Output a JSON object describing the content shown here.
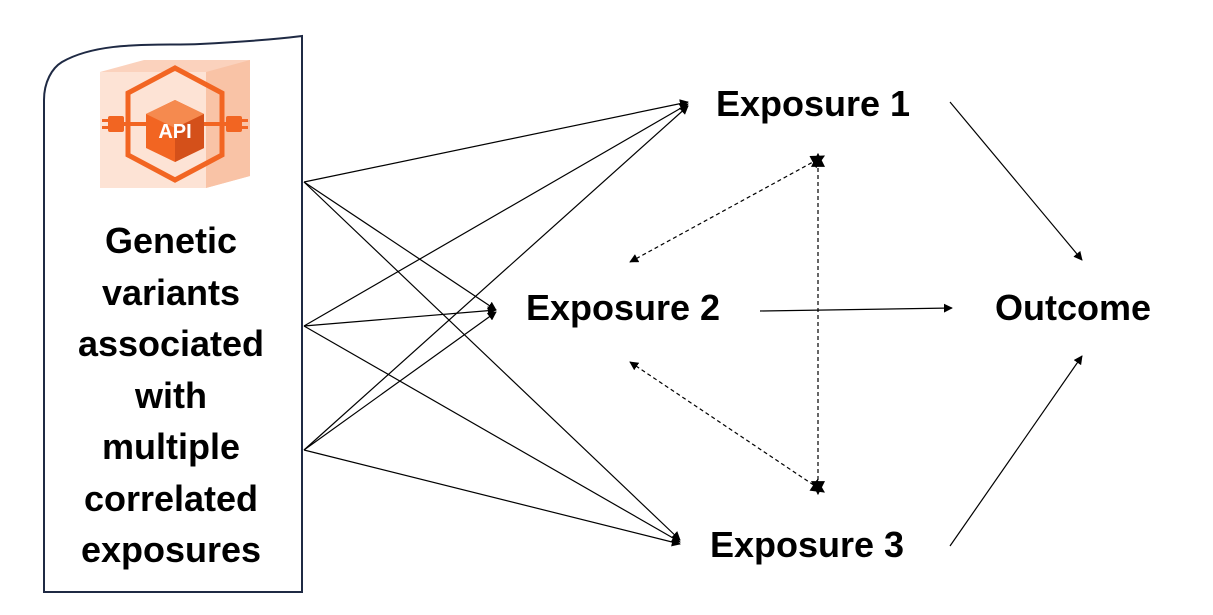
{
  "source_box": {
    "logo_text": "API",
    "lines": [
      "Genetic",
      "variants",
      "associated",
      "with",
      "multiple",
      "correlated",
      "exposures"
    ]
  },
  "nodes": {
    "exposure1": "Exposure 1",
    "exposure2": "Exposure 2",
    "exposure3": "Exposure 3",
    "outcome": "Outcome"
  },
  "colors": {
    "logo_orange": "#f26522",
    "logo_light": "#fbd2bd",
    "line": "#000000"
  },
  "edges": [
    {
      "from": "genetic-variants",
      "to": "exposure1",
      "style": "solid"
    },
    {
      "from": "genetic-variants",
      "to": "exposure2",
      "style": "solid"
    },
    {
      "from": "genetic-variants",
      "to": "exposure3",
      "style": "solid"
    },
    {
      "from": "exposure1",
      "to": "outcome",
      "style": "solid"
    },
    {
      "from": "exposure2",
      "to": "outcome",
      "style": "solid"
    },
    {
      "from": "exposure3",
      "to": "outcome",
      "style": "solid"
    },
    {
      "from": "exposure1",
      "to": "exposure2",
      "style": "dashed",
      "bidirectional": true
    },
    {
      "from": "exposure1",
      "to": "exposure3",
      "style": "dashed",
      "bidirectional": true
    },
    {
      "from": "exposure2",
      "to": "exposure3",
      "style": "dashed",
      "bidirectional": true
    }
  ]
}
